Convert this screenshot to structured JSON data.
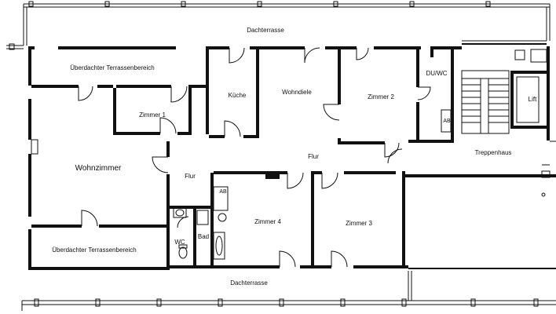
{
  "rooms": {
    "dachterrasse_top": "Dachterrasse",
    "terrace_covered_top": "Überdachter Terrassenbereich",
    "kueche": "Küche",
    "wohndiele": "Wohndiele",
    "zimmer2": "Zimmer 2",
    "du_wc": "DU/WC",
    "ab_right": "AB",
    "lift": "Lift",
    "zimmer1": "Zimmer 1",
    "wohnzimmer": "Wohnzimmer",
    "flur_left": "Flur",
    "flur_center": "Flur",
    "treppenhaus": "Treppenhaus",
    "ab_left": "AB",
    "zimmer4": "Zimmer 4",
    "zimmer3": "Zimmer 3",
    "wc": "WC",
    "bad": "Bad",
    "terrace_covered_bottom": "Überdachter Terrassenbereich",
    "dachterrasse_bottom": "Dachterrasse"
  }
}
